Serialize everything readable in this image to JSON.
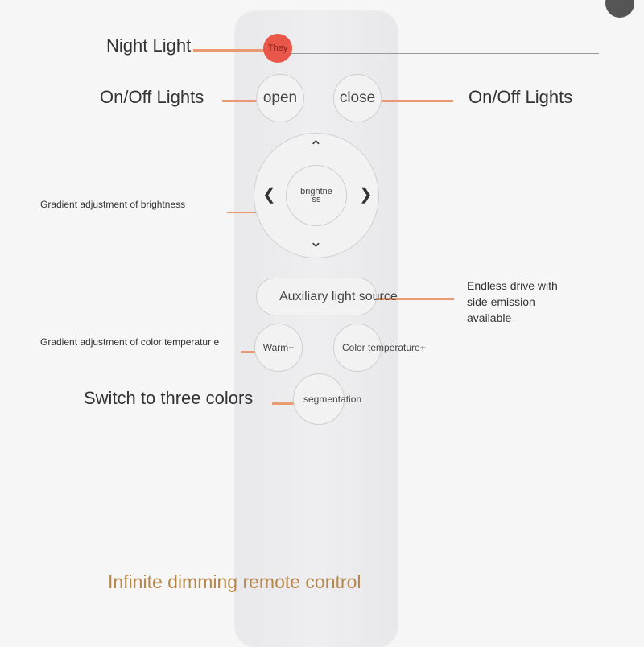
{
  "accent_color": "#e8574a",
  "line_color": "#e99a72",
  "title_color": "#b8874a",
  "buttons": {
    "night": "They",
    "open": "open",
    "close": "close",
    "brightness": "brightne ss",
    "auxiliary": "Auxiliary light source",
    "warm": "Warm−",
    "color_temp": "Color temperature+",
    "segmentation": "segmentation"
  },
  "labels": {
    "night_light": "Night Light",
    "on_off_left": "On/Off Lights",
    "on_off_right": "On/Off Lights",
    "brightness": "Gradient adjustment of brightness",
    "color_temp": "Gradient adjustment of color temperatur e",
    "aux_desc": [
      "Endless drive with",
      "side emission",
      "available"
    ],
    "three_colors": "Switch to three colors"
  },
  "title": "Infinite dimming remote control",
  "icons": {
    "expand": "expand-icon",
    "up": "chevron-up-icon",
    "down": "chevron-down-icon",
    "left": "chevron-left-icon",
    "right": "chevron-right-icon"
  }
}
